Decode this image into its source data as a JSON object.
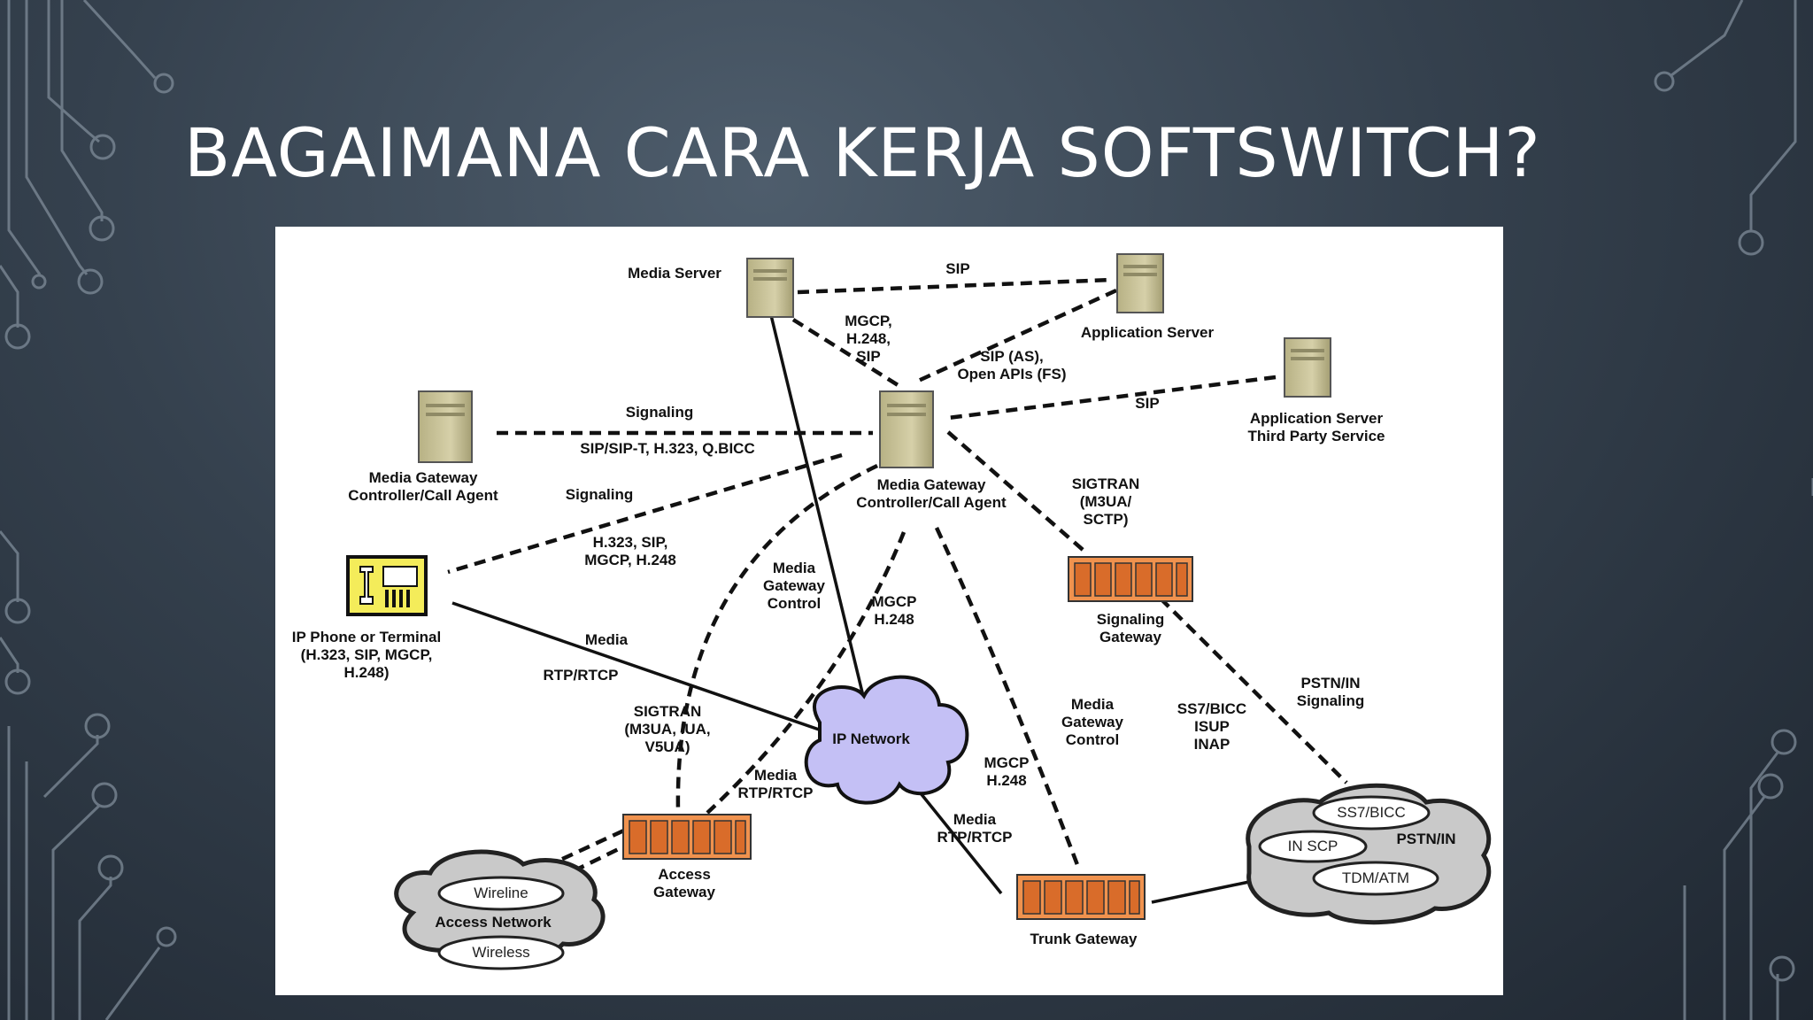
{
  "slide": {
    "title": "BAGAIMANA CARA KERJA SOFTSWITCH?"
  },
  "colors": {
    "background": "#2b3540",
    "server": "#c9c39a",
    "gateway": "#f0924e",
    "ip_network_cloud": "#c4c0f5",
    "pstn_cloud": "#c9c9c9"
  },
  "diagram": {
    "nodes": {
      "media_server": "Media Server",
      "application_server": "Application Server",
      "application_server_third_party": "Application Server\nThird Party Service",
      "mgc_left": "Media Gateway\nController/Call Agent",
      "mgc_center": "Media Gateway\nController/Call Agent",
      "ip_phone": "IP Phone or Terminal\n(H.323, SIP, MGCP,\nH.248)",
      "signaling_gateway": "Signaling\nGateway",
      "ip_network": "IP Network",
      "access_gateway": "Access\nGateway",
      "trunk_gateway": "Trunk Gateway",
      "access_network": "Access Network",
      "wireline": "Wireline",
      "wireless": "Wireless",
      "pstn_in": "PSTN/IN",
      "ss7_bicc": "SS7/BICC",
      "in_scp": "IN SCP",
      "tdm_atm": "TDM/ATM"
    },
    "links": {
      "sip_top": "SIP",
      "mgcp_h248_sip": "MGCP,\nH.248,\nSIP",
      "sip_as": "SIP (AS),\nOpen APIs (FS)",
      "sip_third": "SIP",
      "signaling_1": "Signaling",
      "sip_sipt": "SIP/SIP-T, H.323, Q.BICC",
      "signaling_2": "Signaling",
      "h323_sip": "H.323, SIP,\nMGCP, H.248",
      "sigtran_sg": "SIGTRAN\n(M3UA/\nSCTP)",
      "media_gw_control_1": "Media\nGateway\nControl",
      "mgcp_h248_1": "MGCP\nH.248",
      "media_1": "Media",
      "rtp_rtcp_1": "RTP/RTCP",
      "sigtran_ag": "SIGTRAN\n(M3UA, IUA,\nV5UA)",
      "media_2": "Media\nRTP/RTCP",
      "media_gw_control_2": "Media\nGateway\nControl",
      "mgcp_h248_2": "MGCP\nH.248",
      "media_3": "Media\nRTP/RTCP",
      "ss7_isup": "SS7/BICC\nISUP\nINAP",
      "pstn_signaling": "PSTN/IN\nSignaling"
    }
  }
}
